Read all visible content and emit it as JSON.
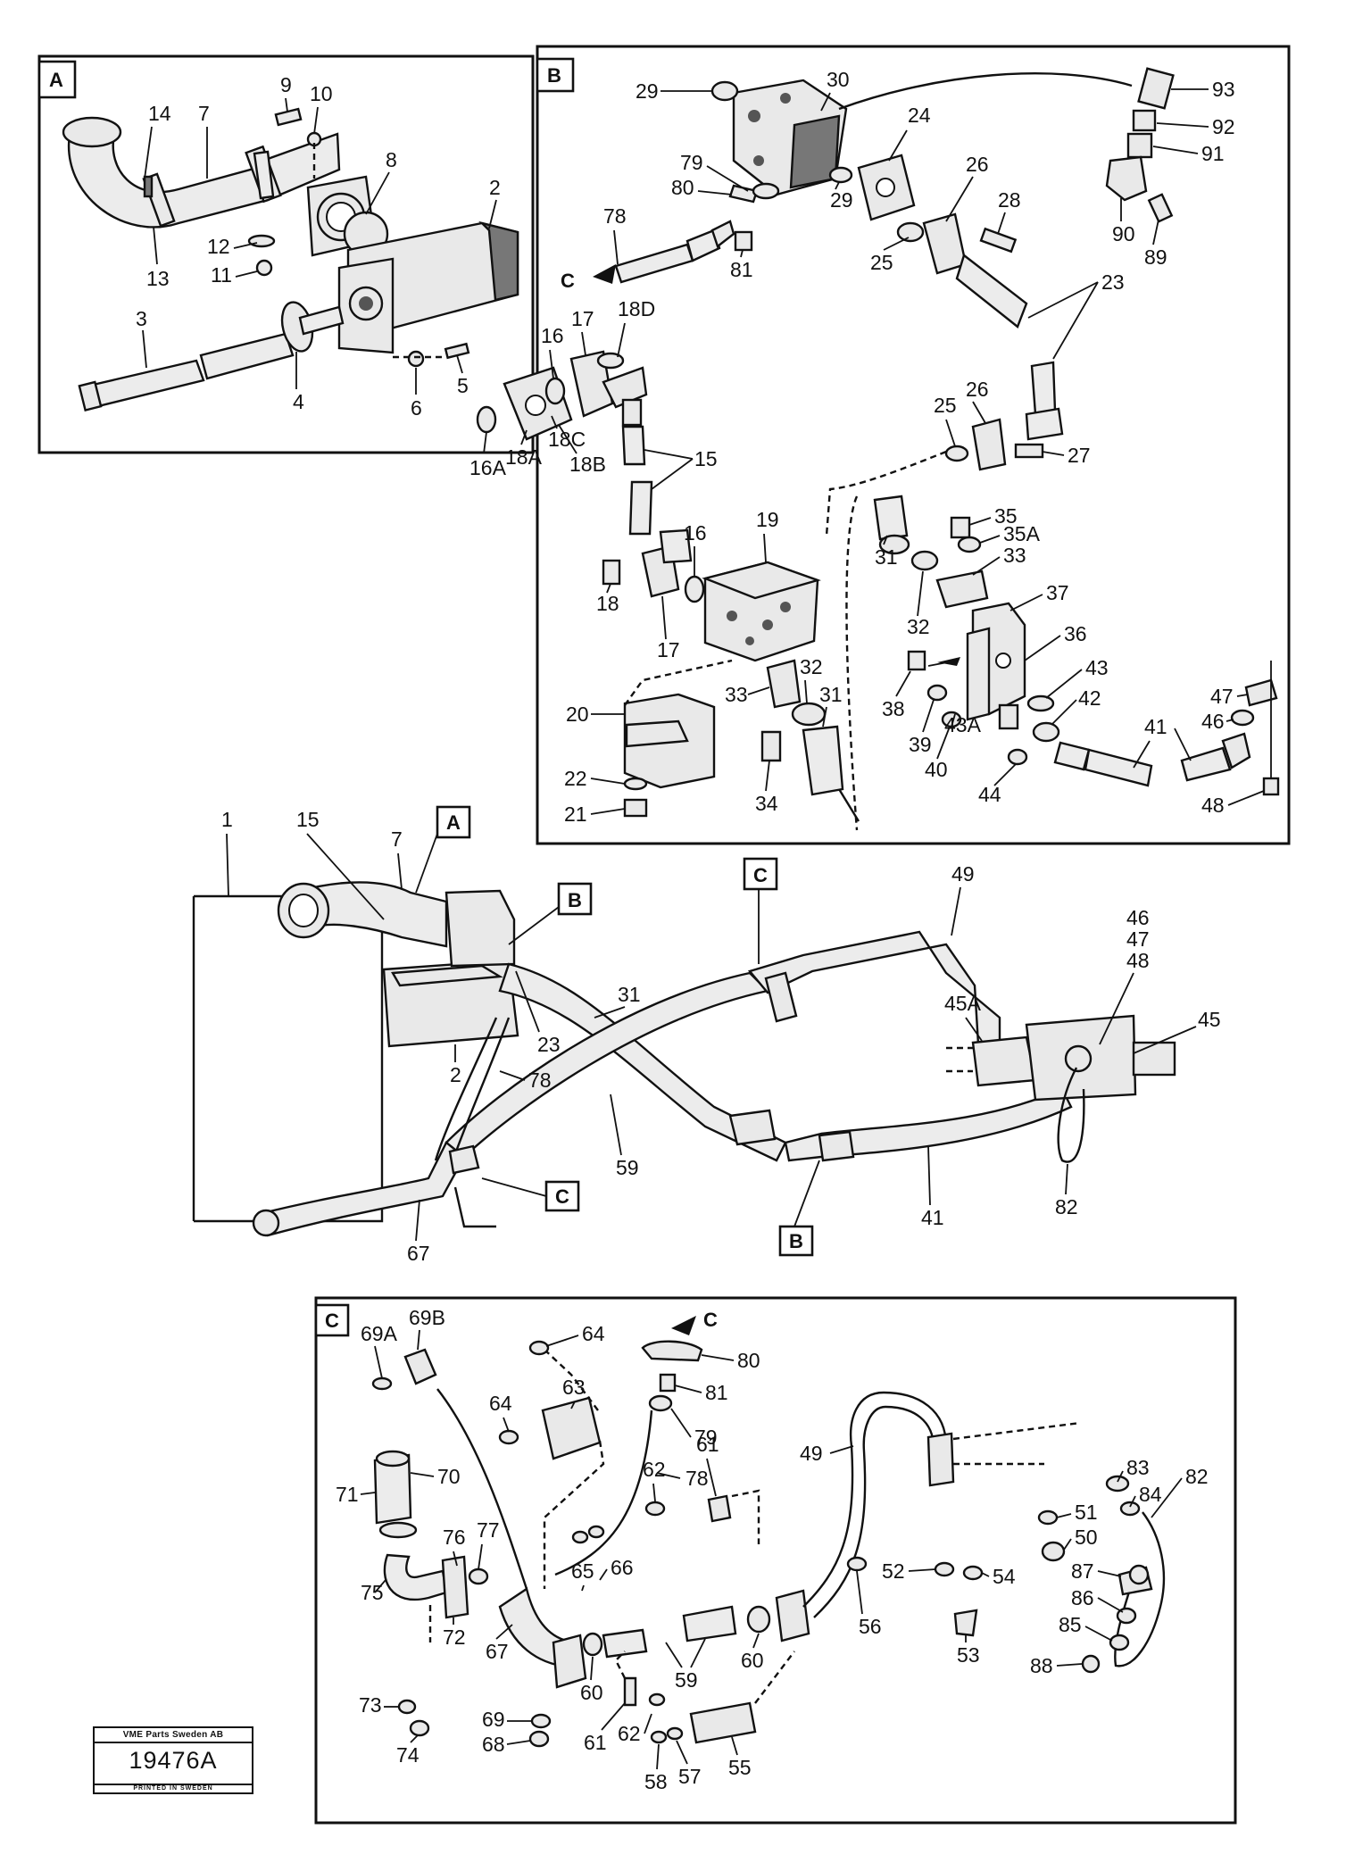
{
  "panels": [
    {
      "id": "A",
      "label": "A"
    },
    {
      "id": "B",
      "label": "B"
    },
    {
      "id": "C",
      "label": "C"
    }
  ],
  "view_markers": {
    "A": "A",
    "B": "B",
    "C": "C"
  },
  "callouts": {
    "a_9": "9",
    "a_10": "10",
    "a_14": "14",
    "a_7": "7",
    "a_8": "8",
    "a_2": "2",
    "a_12": "12",
    "a_11": "11",
    "a_13": "13",
    "a_3": "3",
    "a_4": "4",
    "a_6": "6",
    "a_5": "5",
    "b_29a": "29",
    "b_30": "30",
    "b_93": "93",
    "b_92": "92",
    "b_91": "91",
    "b_24": "24",
    "b_79": "79",
    "b_80": "80",
    "b_29b": "29",
    "b_26a": "26",
    "b_28": "28",
    "b_90": "90",
    "b_89": "89",
    "b_78": "78",
    "b_c": "C",
    "b_81": "81",
    "b_25a": "25",
    "b_23": "23",
    "b_17a": "17",
    "b_18d": "18D",
    "b_16a": "16",
    "b_16a2": "16A",
    "b_18a": "18A",
    "b_18c": "18C",
    "b_18b": "18B",
    "b_15": "15",
    "b_26b": "26",
    "b_25b": "25",
    "b_27": "27",
    "b_35": "35",
    "b_35a": "35A",
    "b_33a": "33",
    "b_19": "19",
    "b_16b": "16",
    "b_18": "18",
    "b_17b": "17",
    "b_31a": "31",
    "b_32a": "32",
    "b_37": "37",
    "b_36": "36",
    "b_20": "20",
    "b_33b": "33",
    "b_32b": "32",
    "b_31b": "31",
    "b_43": "43",
    "b_47": "47",
    "b_46": "46",
    "b_38": "38",
    "b_39": "39",
    "b_43a": "43A",
    "b_42": "42",
    "b_41": "41",
    "b_22": "22",
    "b_21": "21",
    "b_34": "34",
    "b_40": "40",
    "b_44": "44",
    "b_48": "48",
    "m_1": "1",
    "m_15": "15",
    "m_7": "7",
    "m_31": "31",
    "m_49": "49",
    "m_46": "46",
    "m_47": "47",
    "m_48": "48",
    "m_45a": "45A",
    "m_45": "45",
    "m_23": "23",
    "m_2": "2",
    "m_78": "78",
    "m_59": "59",
    "m_41": "41",
    "m_82": "82",
    "m_67": "67",
    "c_69a": "69A",
    "c_69b": "69B",
    "c_64a": "64",
    "c_80": "80",
    "c_c": "C",
    "c_81": "81",
    "c_64b": "64",
    "c_63": "63",
    "c_79": "79",
    "c_78": "78",
    "c_49": "49",
    "c_83": "83",
    "c_84": "84",
    "c_71": "71",
    "c_70": "70",
    "c_76": "76",
    "c_77": "77",
    "c_62a": "62",
    "c_61a": "61",
    "c_51": "51",
    "c_50": "50",
    "c_52": "52",
    "c_54": "54",
    "c_82": "82",
    "c_87": "87",
    "c_86": "86",
    "c_85": "85",
    "c_88": "88",
    "c_75": "75",
    "c_72": "72",
    "c_67": "67",
    "c_65": "65",
    "c_66": "66",
    "c_59": "59",
    "c_60a": "60",
    "c_60b": "60",
    "c_56": "56",
    "c_53": "53",
    "c_73": "73",
    "c_74": "74",
    "c_69": "69",
    "c_68": "68",
    "c_61b": "61",
    "c_62b": "62",
    "c_58": "58",
    "c_57": "57",
    "c_55": "55"
  },
  "stamp": {
    "company": "VME Parts Sweden AB",
    "number": "19476A",
    "printed": "PRINTED IN SWEDEN"
  }
}
